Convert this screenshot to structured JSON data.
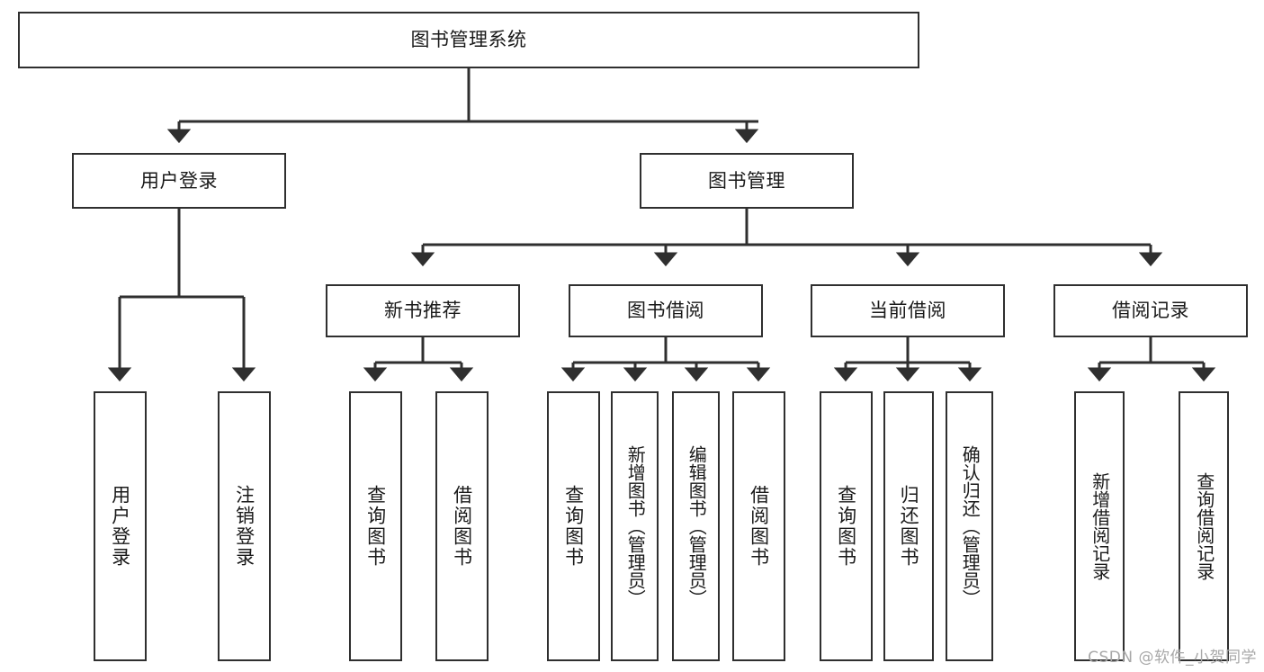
{
  "diagram": {
    "type": "tree-hierarchy",
    "title": "图书管理系统",
    "stroke_color": "#2f2f2f",
    "background_color": "#ffffff",
    "text_color": "#1a1a1a",
    "watermark": "CSDN @软件_小贺同学",
    "nodes": {
      "root": {
        "label": "图书管理系统",
        "level": 0
      },
      "l1_a": {
        "label": "用户登录",
        "level": 1
      },
      "l1_b": {
        "label": "图书管理",
        "level": 1
      },
      "l2_a": {
        "label": "新书推荐",
        "level": 2
      },
      "l2_b": {
        "label": "图书借阅",
        "level": 2
      },
      "l2_c": {
        "label": "当前借阅",
        "level": 2
      },
      "l2_d": {
        "label": "借阅记录",
        "level": 2
      },
      "leaf_1": {
        "label": "用户登录",
        "level": 3
      },
      "leaf_2": {
        "label": "注销登录",
        "level": 3
      },
      "leaf_3": {
        "label": "查询图书",
        "level": 3
      },
      "leaf_4": {
        "label": "借阅图书",
        "level": 3
      },
      "leaf_5": {
        "label": "查询图书",
        "level": 3
      },
      "leaf_6": {
        "label": "新增图书（管理员）",
        "level": 3
      },
      "leaf_7": {
        "label": "编辑图书（管理员）",
        "level": 3
      },
      "leaf_8": {
        "label": "借阅图书",
        "level": 3
      },
      "leaf_9": {
        "label": "查询图书",
        "level": 3
      },
      "leaf_10": {
        "label": "归还图书",
        "level": 3
      },
      "leaf_11": {
        "label": "确认归还（管理员）",
        "level": 3
      },
      "leaf_12": {
        "label": "新增借阅记录",
        "level": 3
      },
      "leaf_13": {
        "label": "查询借阅记录",
        "level": 3
      }
    },
    "edges": [
      {
        "from": "root",
        "to": "l1_a"
      },
      {
        "from": "root",
        "to": "l1_b"
      },
      {
        "from": "l1_a",
        "to": "leaf_1"
      },
      {
        "from": "l1_a",
        "to": "leaf_2"
      },
      {
        "from": "l1_b",
        "to": "l2_a"
      },
      {
        "from": "l1_b",
        "to": "l2_b"
      },
      {
        "from": "l1_b",
        "to": "l2_c"
      },
      {
        "from": "l1_b",
        "to": "l2_d"
      },
      {
        "from": "l2_a",
        "to": "leaf_3"
      },
      {
        "from": "l2_a",
        "to": "leaf_4"
      },
      {
        "from": "l2_b",
        "to": "leaf_5"
      },
      {
        "from": "l2_b",
        "to": "leaf_6"
      },
      {
        "from": "l2_b",
        "to": "leaf_7"
      },
      {
        "from": "l2_b",
        "to": "leaf_8"
      },
      {
        "from": "l2_c",
        "to": "leaf_9"
      },
      {
        "from": "l2_c",
        "to": "leaf_10"
      },
      {
        "from": "l2_c",
        "to": "leaf_11"
      },
      {
        "from": "l2_d",
        "to": "leaf_12"
      },
      {
        "from": "l2_d",
        "to": "leaf_13"
      }
    ]
  }
}
